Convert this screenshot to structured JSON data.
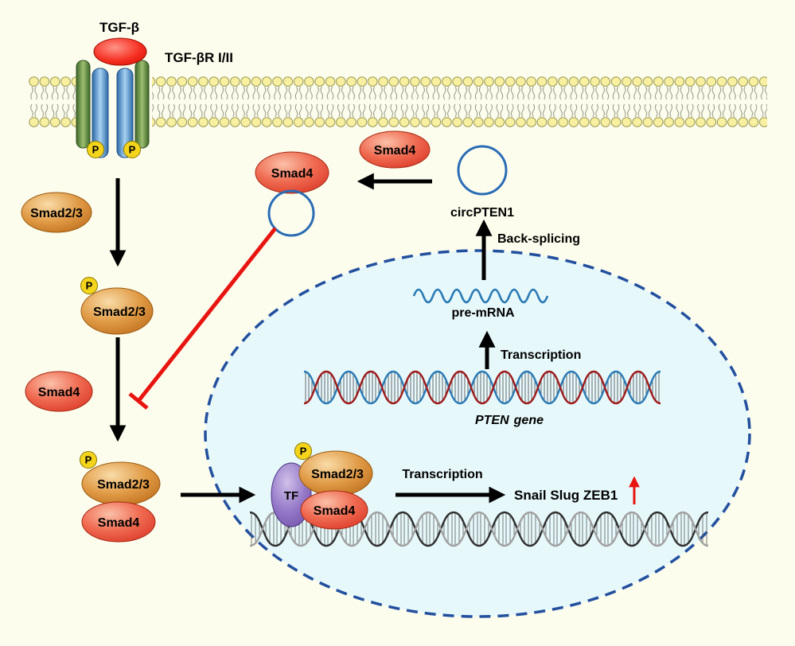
{
  "labels": {
    "tgf_beta": "TGF-β",
    "receptor": "TGF-βR I/II",
    "phospho": "P",
    "smad23": "Smad2/3",
    "smad4": "Smad4",
    "circpten1": "circPTEN1",
    "back_splicing": "Back-splicing",
    "pre_mrna": "pre-mRNA",
    "transcription": "Transcription",
    "pten": "PTEN",
    "gene": "gene",
    "tf": "TF",
    "targets": "Snail Slug ZEB1"
  },
  "colors": {
    "background": "#fdfdee",
    "membrane_head": "#f8f0a0",
    "nucleus_fill": "#e7f8fb",
    "nucleus_border": "#23509e",
    "circ_rna_stroke": "#2a6db5",
    "pre_mrna_stroke": "#2a7ab5",
    "dna_strand_blue": "#2a7ab5",
    "dna_strand_red": "#9e1a1a",
    "smad23_fill": "#e09a45",
    "smad4_fill": "#ef6a50",
    "tf_fill": "#9478c8",
    "ligand_fill": "#f53022",
    "receptor_green": "#3d6527",
    "receptor_blue": "#2c69a8",
    "phospho_fill": "#f5d41c",
    "arrow": "#000000",
    "inhibition": "#e81410",
    "upregulation": "#e81410"
  }
}
